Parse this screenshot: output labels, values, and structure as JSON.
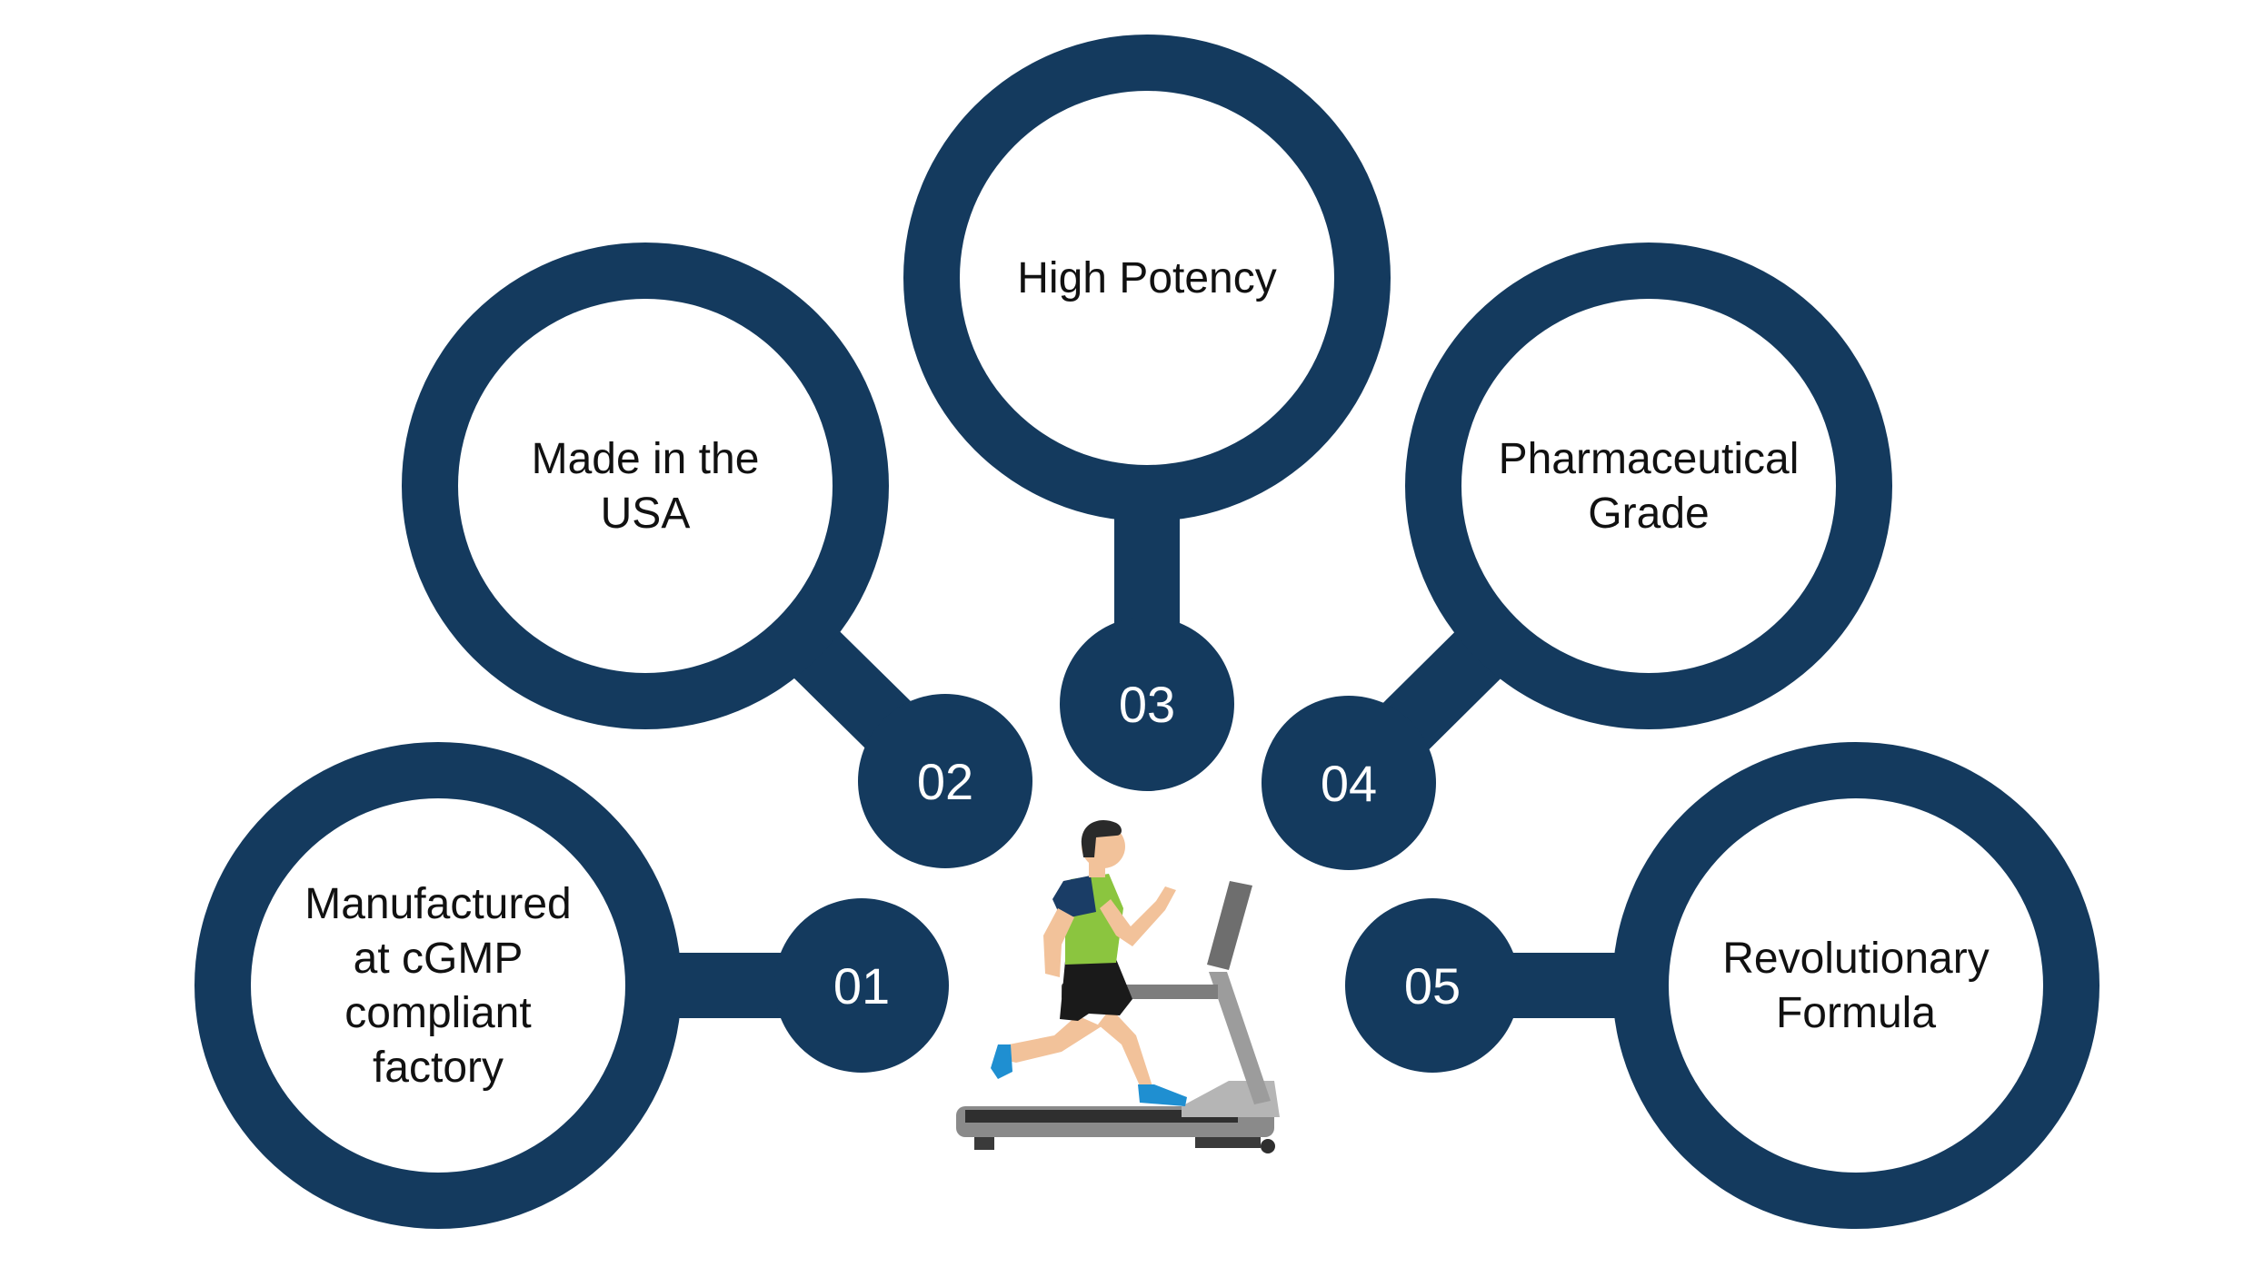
{
  "colors": {
    "ring": "#143a5e",
    "inner": "#ffffff",
    "text": "#111111",
    "number_text": "#ffffff"
  },
  "features": [
    {
      "number": "01",
      "lines": [
        "Manufactured",
        "at cGMP",
        "compliant",
        "factory"
      ]
    },
    {
      "number": "02",
      "lines": [
        "Made in the",
        "USA"
      ]
    },
    {
      "number": "03",
      "lines": [
        "High Potency"
      ]
    },
    {
      "number": "04",
      "lines": [
        "Pharmaceutical",
        "Grade"
      ]
    },
    {
      "number": "05",
      "lines": [
        "Revolutionary",
        "Formula"
      ]
    }
  ],
  "illustration": {
    "icon": "runner-on-treadmill-icon"
  }
}
